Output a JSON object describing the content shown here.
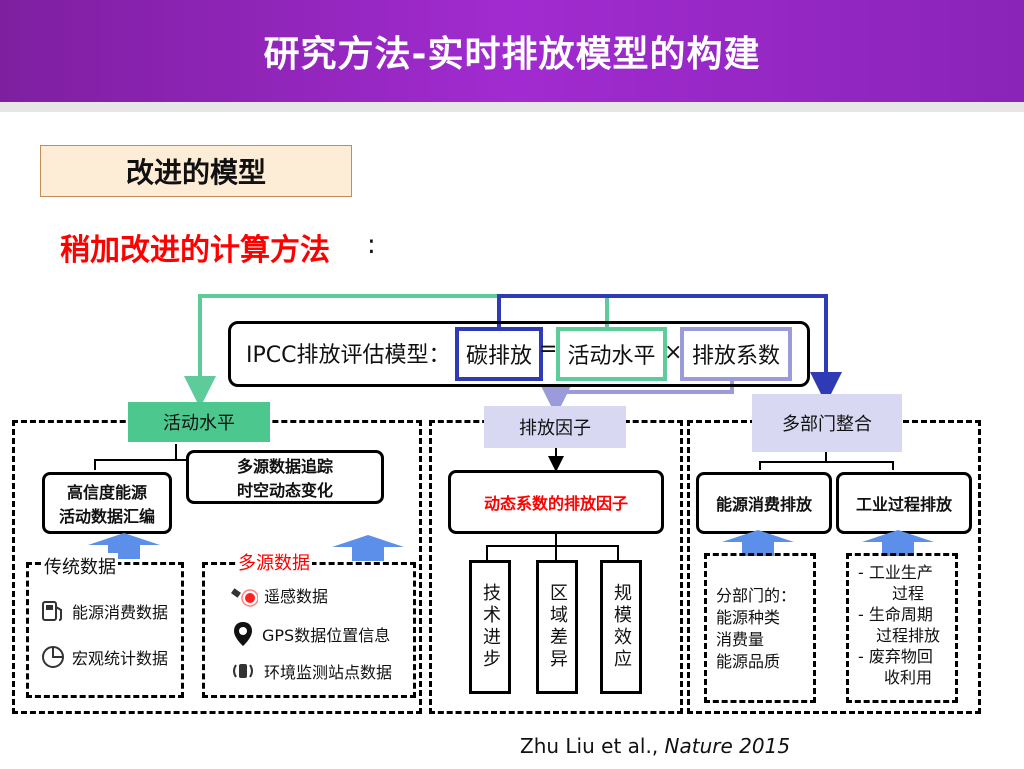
{
  "header": {
    "title": "研究方法-实时排放模型的构建"
  },
  "model_label": "改进的模型",
  "subtitle": {
    "text": "稍加改进的计算方法",
    "colon": ":"
  },
  "formula": {
    "label": "IPCC排放评估模型：",
    "term1": "碳排放",
    "equals": "=",
    "term2": "活动水平",
    "times": "×",
    "term3": "排放系数"
  },
  "left_panel": {
    "tag": "活动水平",
    "box_high": "高信度能源\n活动数据汇编",
    "box_multi": "多源数据追踪\n时空动态变化",
    "traditional": {
      "title": "传统数据",
      "items": [
        {
          "icon": "fuel-pump-icon",
          "label": "能源消费数据"
        },
        {
          "icon": "pie-chart-icon",
          "label": "宏观统计数据"
        }
      ]
    },
    "multisource": {
      "title": "多源数据",
      "items": [
        {
          "icon": "satellite-icon",
          "label": "遥感数据"
        },
        {
          "icon": "location-pin-icon",
          "label": "GPS数据位置信息"
        },
        {
          "icon": "sensor-icon",
          "label": "环境监测站点数据"
        }
      ]
    }
  },
  "middle_panel": {
    "tag": "排放因子",
    "dynamic": "动态系数的排放因子",
    "factors": [
      "技术进步",
      "区域差异",
      "规模效应"
    ]
  },
  "right_panel": {
    "tag": "多部门整合",
    "box_energy": "能源消费排放",
    "box_industry": "工业过程排放",
    "energy_list": [
      "分部门的：",
      "能源种类",
      "消费量",
      "能源品质"
    ],
    "industry_list": [
      "-  工业生产",
      "过程",
      "-  生命周期",
      "过程排放",
      "-  废弃物回",
      "收利用"
    ]
  },
  "reference": {
    "authors": "Zhu Liu et al., ",
    "journal": "Nature 2015"
  },
  "colors": {
    "header": "#8e24c4",
    "green": "#5ecb9a",
    "navy": "#2e3bb5",
    "lavender": "#9b9bdc",
    "tag_green": "#4cc88e",
    "tag_lavender": "#d8d8f2",
    "blue_arrow": "#5b8fea",
    "red": "#ff0000"
  }
}
